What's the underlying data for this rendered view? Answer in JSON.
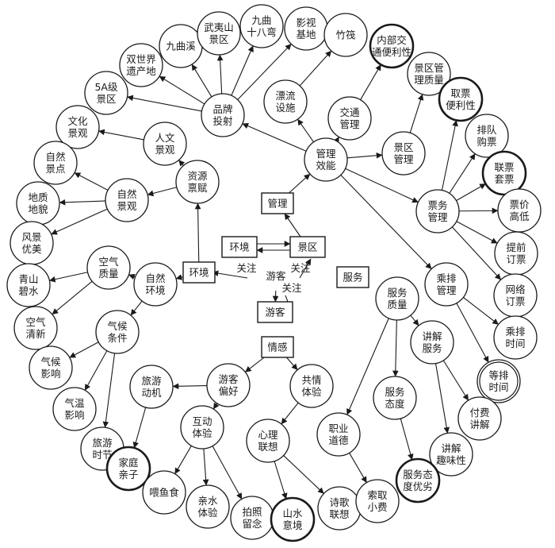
{
  "boxes": {
    "huanjing_center": "环境",
    "jingqu": "景区",
    "youke": "游客",
    "huanjing_left": "环境",
    "guanli": "管理",
    "fuwu": "服务",
    "qinggan": "情感"
  },
  "edge_labels": {
    "guanzhu1": "关注",
    "guanzhu2": "关注",
    "guanzhu3": "关注",
    "youke_small": "游客"
  },
  "nodes": {
    "pinpai": [
      "品牌",
      "投射"
    ],
    "jiuquxi": [
      "九曲溪"
    ],
    "wuyishan": [
      "武夷山",
      "景区"
    ],
    "jiuqu18": [
      "九曲",
      "十八弯"
    ],
    "yingshi": [
      "影视",
      "基地"
    ],
    "zhufa": [
      "竹筏"
    ],
    "shuangshijie": [
      "双世界",
      "遗产地"
    ],
    "a5": [
      "5A级",
      "景区"
    ],
    "wenhua": [
      "文化",
      "景观"
    ],
    "ziranjd": [
      "自然",
      "景点"
    ],
    "dizhi": [
      "地质",
      "地貌"
    ],
    "fengjing": [
      "风景",
      "优美"
    ],
    "renwen": [
      "人文",
      "景观"
    ],
    "ziyuan": [
      "资源",
      "禀赋"
    ],
    "zirangg": [
      "自然",
      "景观"
    ],
    "piaoliu": [
      "漂流",
      "设施"
    ],
    "neibu": [
      "内部交",
      "通便利性"
    ],
    "jiaotong": [
      "交通",
      "管理"
    ],
    "glxn": [
      "管理",
      "效能"
    ],
    "jqglzl": [
      "景区管",
      "理质量"
    ],
    "qupiao": [
      "取票",
      "便利性"
    ],
    "jqgl": [
      "景区",
      "管理"
    ],
    "paidui": [
      "排队",
      "购票"
    ],
    "lianpiao": [
      "联票",
      "套票"
    ],
    "piaowu": [
      "票务",
      "管理"
    ],
    "piaojia": [
      "票价",
      "高低"
    ],
    "tiqian": [
      "提前",
      "订票"
    ],
    "wangluo": [
      "网络",
      "订票"
    ],
    "chengpai": [
      "乘排",
      "管理"
    ],
    "cpsj": [
      "乘排",
      "时间"
    ],
    "dpsj": [
      "等排",
      "时间"
    ],
    "kongqizl": [
      "空气",
      "质量"
    ],
    "ziranhj": [
      "自然",
      "环境"
    ],
    "qingshan": [
      "青山",
      "碧水"
    ],
    "kongqiqx": [
      "空气",
      "清新"
    ],
    "qihou": [
      "气候",
      "条件"
    ],
    "qhyx": [
      "气候",
      "影响"
    ],
    "qiwen": [
      "气温",
      "影响"
    ],
    "lvyoushijie": [
      "旅游",
      "时节"
    ],
    "lvyoudj": [
      "旅游",
      "动机"
    ],
    "jiating": [
      "家庭",
      "亲子"
    ],
    "youkepianhao": [
      "游客",
      "偏好"
    ],
    "gongqing": [
      "共情",
      "体验"
    ],
    "hudong": [
      "互动",
      "体验"
    ],
    "xinli": [
      "心理",
      "联想"
    ],
    "weiyu": [
      "喂鱼食"
    ],
    "qinshui": [
      "亲水",
      "体验"
    ],
    "paizhao": [
      "拍照",
      "留念"
    ],
    "shanshui": [
      "山水",
      "意境"
    ],
    "shige": [
      "诗歌",
      "联想"
    ],
    "fwzl": [
      "服务",
      "质量"
    ],
    "jjfw": [
      "讲解",
      "服务"
    ],
    "fwtd": [
      "服务",
      "态度"
    ],
    "zhiye": [
      "职业",
      "道德"
    ],
    "fufei": [
      "付费",
      "讲解"
    ],
    "jjqw": [
      "讲解",
      "趣味性"
    ],
    "fwtdyx": [
      "服务态",
      "度优劣"
    ],
    "suoqu": [
      "索取",
      "小费"
    ]
  }
}
